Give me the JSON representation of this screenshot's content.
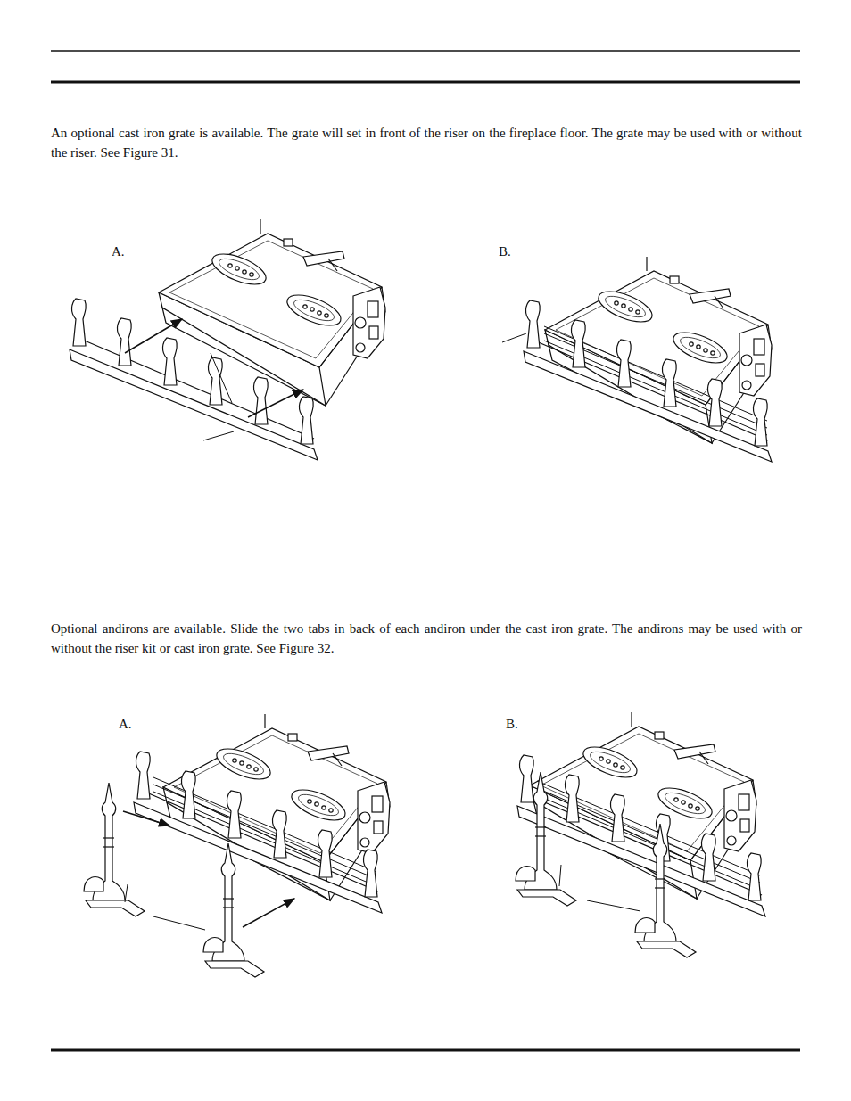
{
  "diagram": {
    "labels": [
      "An optional cast iron grate is available. The grate will set in front of the riser on the fireplace floor. The grate may be used with or without the riser. See Figure 31.",
      "A.",
      "B.",
      "Optional andirons are available. Slide the two tabs in back of each andiron under the cast iron grate. The andirons may be used with or without the riser kit or cast iron grate. See Figure 32.",
      "A.",
      "B."
    ]
  }
}
